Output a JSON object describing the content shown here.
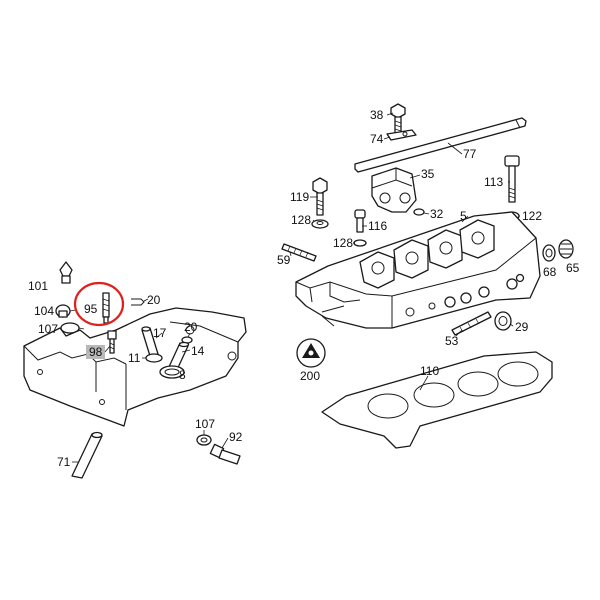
{
  "diagram": {
    "highlight_color": "#e0201c",
    "selected_part": "95",
    "callouts": [
      {
        "id": "38",
        "label": "38"
      },
      {
        "id": "74",
        "label": "74"
      },
      {
        "id": "77",
        "label": "77"
      },
      {
        "id": "35",
        "label": "35"
      },
      {
        "id": "119",
        "label": "119"
      },
      {
        "id": "113",
        "label": "113"
      },
      {
        "id": "128a",
        "label": "128"
      },
      {
        "id": "32",
        "label": "32"
      },
      {
        "id": "5",
        "label": "5"
      },
      {
        "id": "122",
        "label": "122"
      },
      {
        "id": "116",
        "label": "116"
      },
      {
        "id": "128b",
        "label": "128"
      },
      {
        "id": "59",
        "label": "59"
      },
      {
        "id": "68",
        "label": "68"
      },
      {
        "id": "65",
        "label": "65"
      },
      {
        "id": "101",
        "label": "101"
      },
      {
        "id": "95",
        "label": "95"
      },
      {
        "id": "20a",
        "label": "20"
      },
      {
        "id": "104",
        "label": "104"
      },
      {
        "id": "107a",
        "label": "107"
      },
      {
        "id": "17",
        "label": "17"
      },
      {
        "id": "20b",
        "label": "20"
      },
      {
        "id": "98",
        "label": "98"
      },
      {
        "id": "14",
        "label": "14"
      },
      {
        "id": "11",
        "label": "11"
      },
      {
        "id": "8",
        "label": "8"
      },
      {
        "id": "29",
        "label": "29"
      },
      {
        "id": "53",
        "label": "53"
      },
      {
        "id": "200",
        "label": "200"
      },
      {
        "id": "110",
        "label": "110"
      },
      {
        "id": "107b",
        "label": "107"
      },
      {
        "id": "92",
        "label": "92"
      },
      {
        "id": "71",
        "label": "71"
      }
    ]
  }
}
